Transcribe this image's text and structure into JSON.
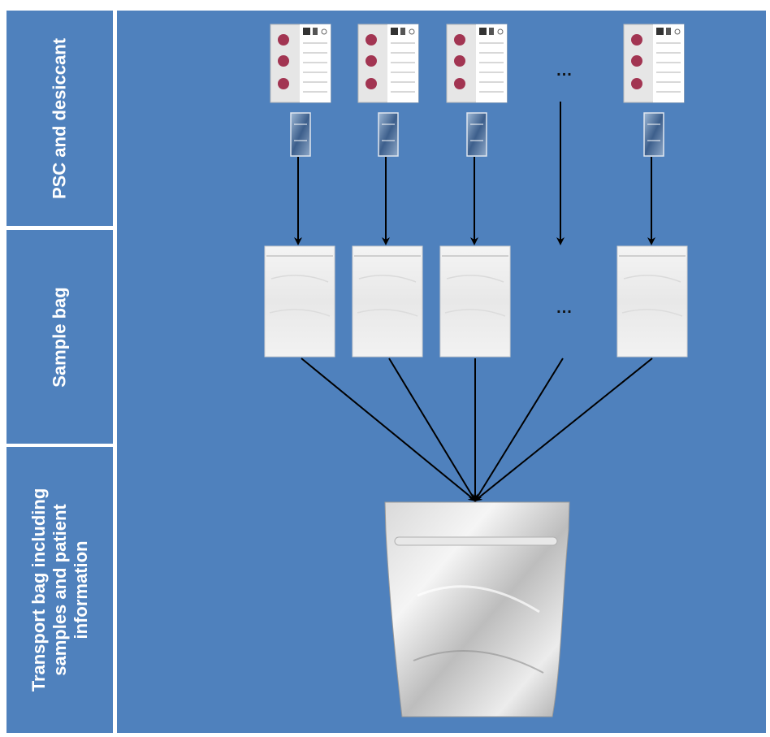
{
  "labels": {
    "psc": "PSC and desiccant",
    "sample": "Sample bag",
    "transport": "Transport bag including\nsamples and patient\ninformation"
  },
  "ellipsis": "...",
  "colors": {
    "panel": "#4f81bd",
    "spot": "#a23552",
    "card": "#e6e6e6",
    "arrow": "#000000"
  },
  "icons": {
    "card": "sample-card-icon",
    "desiccant": "desiccant-packet-icon",
    "sample_bag": "zip-bag-icon",
    "transport_bag": "foil-pouch-icon"
  }
}
